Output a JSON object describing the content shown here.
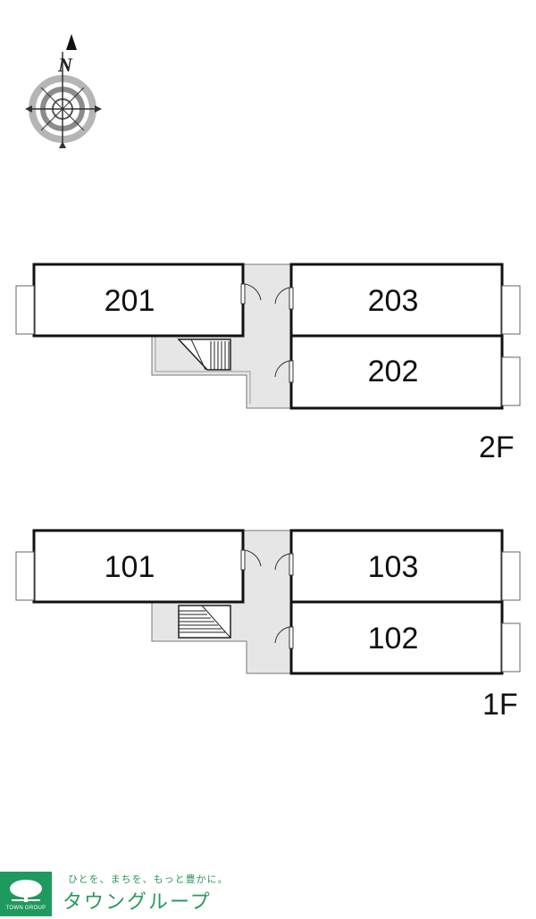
{
  "compass": {
    "north_label": "N"
  },
  "floors": [
    {
      "label": "2F",
      "units": [
        "201",
        "203",
        "202"
      ]
    },
    {
      "label": "1F",
      "units": [
        "101",
        "103",
        "102"
      ]
    }
  ],
  "footer": {
    "tagline": "ひとを、まちを、もっと豊かに。",
    "brand": "タウングループ",
    "logo_sub": "TOWN GROUP",
    "brand_color": "#2a9a5e",
    "logo_color": "#1f9a5e"
  },
  "colors": {
    "corridor_fill": "#e6e6e6",
    "wall": "#111111"
  }
}
